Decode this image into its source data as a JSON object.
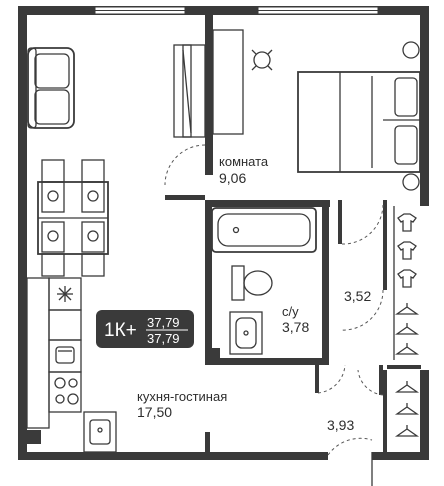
{
  "rooms": {
    "bedroom": {
      "name": "комната",
      "area": "9,06"
    },
    "bathroom": {
      "name": "с/у",
      "area": "3,78"
    },
    "closet_upper": {
      "area": "3,52"
    },
    "hall": {
      "area": "3,93"
    },
    "kitchen_living": {
      "name": "кухня-гостиная",
      "area": "17,50"
    }
  },
  "badge": {
    "type": "1К+",
    "area_total": "37,79",
    "area_living": "37,79",
    "color": "#3a3a3a"
  },
  "colors": {
    "wall": "#3a3a3a",
    "line": "#3a3a3a",
    "background": "#ffffff"
  }
}
